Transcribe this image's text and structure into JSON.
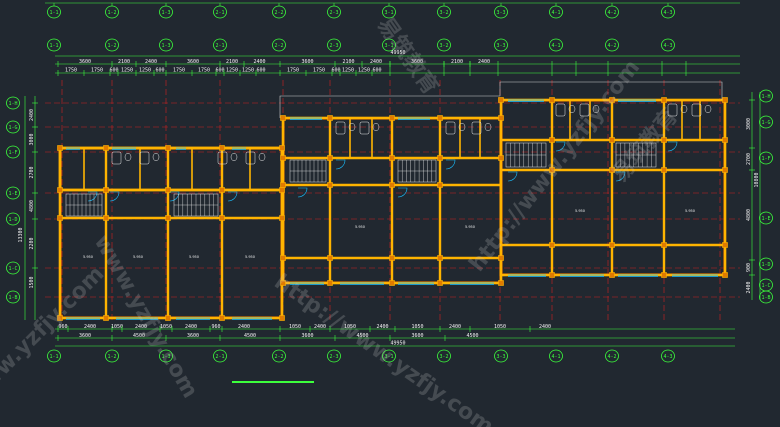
{
  "colors": {
    "background": "#212830",
    "wall": "#ffb400",
    "wall_fill": "#e07b00",
    "axis_line": "#d02020",
    "dimension": "#3cff3c",
    "axis_bubble": "#3cff3c",
    "window": "#19c0ff",
    "text": "#f2f2f2",
    "watermark": "rgba(200,200,200,0.22)"
  },
  "axis_labels": {
    "top_row_1": [
      "1-1",
      "1-2",
      "1-3",
      "2-1",
      "2-2",
      "2-3",
      "3-1",
      "3-2",
      "3-3",
      "4-1",
      "4-2",
      "4-3"
    ],
    "top_row_2": [
      "1-1",
      "1-2",
      "1-3",
      "2-1",
      "2-2",
      "2-3",
      "3-1",
      "3-2",
      "3-3",
      "4-1",
      "4-2",
      "4-3"
    ],
    "bottom": [
      "1-1",
      "1-2",
      "1-3",
      "2-1",
      "2-2",
      "2-3",
      "3-1",
      "3-2",
      "3-3",
      "4-1",
      "4-2",
      "4-3"
    ],
    "left": [
      "1-H",
      "1-G",
      "1-F",
      "1-E",
      "1-D",
      "1-C",
      "1-B"
    ],
    "right": [
      "1-H",
      "1-G",
      "1-F",
      "1-E",
      "1-D",
      "1-C",
      "1-B"
    ]
  },
  "dimensions": {
    "overall_top": "49950",
    "overall_bottom": "49950",
    "top_chain_1": [
      "3600",
      "2100",
      "2400",
      "3600",
      "2100",
      "2400",
      "3600",
      "2100",
      "2400",
      "3600",
      "2100",
      "2400"
    ],
    "top_chain_2": [
      "1750",
      "1750",
      "600",
      "1250",
      "1250",
      "600",
      "1750",
      "1750",
      "600",
      "1250",
      "1250",
      "600",
      "1750",
      "1750",
      "600",
      "1250",
      "1250",
      "600"
    ],
    "bottom_chain_1": [
      "960",
      "2400",
      "1050",
      "2400",
      "1050",
      "2400",
      "960",
      "2400",
      "1050",
      "2400",
      "1050",
      "2400",
      "1050",
      "2400",
      "1050",
      "2400"
    ],
    "bottom_chain_2": [
      "3600",
      "4500",
      "3600",
      "4500",
      "3600",
      "4500",
      "3600",
      "4500"
    ],
    "left_chain": [
      "2400",
      "3000",
      "2700",
      "4800",
      "2200",
      "1500"
    ],
    "right_chain": [
      "3000",
      "2700",
      "4800",
      "900",
      "2400"
    ],
    "right_total": "10800",
    "left_total": "13300"
  },
  "rooms": {
    "labels": [
      "5.950",
      "5.950",
      "5.950",
      "5.950",
      "5.950",
      "5.950",
      "5.950",
      "5.950"
    ]
  },
  "watermarks": [
    "http://www.yzfjy.com",
    "易筑教育",
    "www.yzfjy.com",
    "http://www.yzfjy.com",
    "易筑教育",
    "www.yzfjy.com"
  ]
}
